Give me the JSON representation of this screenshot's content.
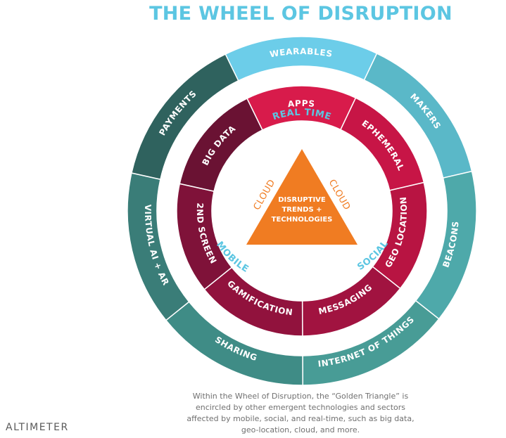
{
  "title": "THE WHEEL OF DISRUPTION",
  "outer_ring": [
    {
      "label": "WEARABLES",
      "color": "#6ccde9"
    },
    {
      "label": "MAKERS",
      "color": "#5ab8c8"
    },
    {
      "label": "BEACONS",
      "color": "#4ea9aa"
    },
    {
      "label": "INTERNET OF THINGS",
      "color": "#489c96"
    },
    {
      "label": "SHARING",
      "color": "#3f8c86"
    },
    {
      "label": "VIRTUAL AI + AR",
      "color": "#3a7d78"
    },
    {
      "label": "PAYMENTS",
      "color": "#2f625e"
    }
  ],
  "middle_ring": [
    {
      "label": "APPS",
      "color": "#d81b4b"
    },
    {
      "label": "EPHEMERAL",
      "color": "#c71546"
    },
    {
      "label": "GEO LOCATION",
      "color": "#b81442"
    },
    {
      "label": "MESSAGING",
      "color": "#a11340"
    },
    {
      "label": "GAMIFICATION",
      "color": "#91123d"
    },
    {
      "label": "2ND SCREEN",
      "color": "#7f1239"
    },
    {
      "label": "BIG DATA",
      "color": "#6a1233"
    }
  ],
  "inner_labels": {
    "top": "REAL TIME",
    "left": "MOBILE",
    "right": "SOCIAL"
  },
  "cloud_labels": {
    "left": "CLOUD",
    "right": "CLOUD"
  },
  "core": {
    "lines": [
      "DISRUPTIVE",
      "TRENDS +",
      "TECHNOLOGIES"
    ],
    "color": "#f07c22"
  },
  "colors": {
    "title": "#5cc6e2",
    "inner_text": "#5cc6e2",
    "cloud_text": "#f07c22"
  },
  "caption": "Within the Wheel of Disruption, the “Golden Triangle” is encircled by other emergent technologies and sectors affected by mobile, social, and real-time, such as big data, geo-location, cloud, and more.",
  "logo": "ALTIMETER"
}
